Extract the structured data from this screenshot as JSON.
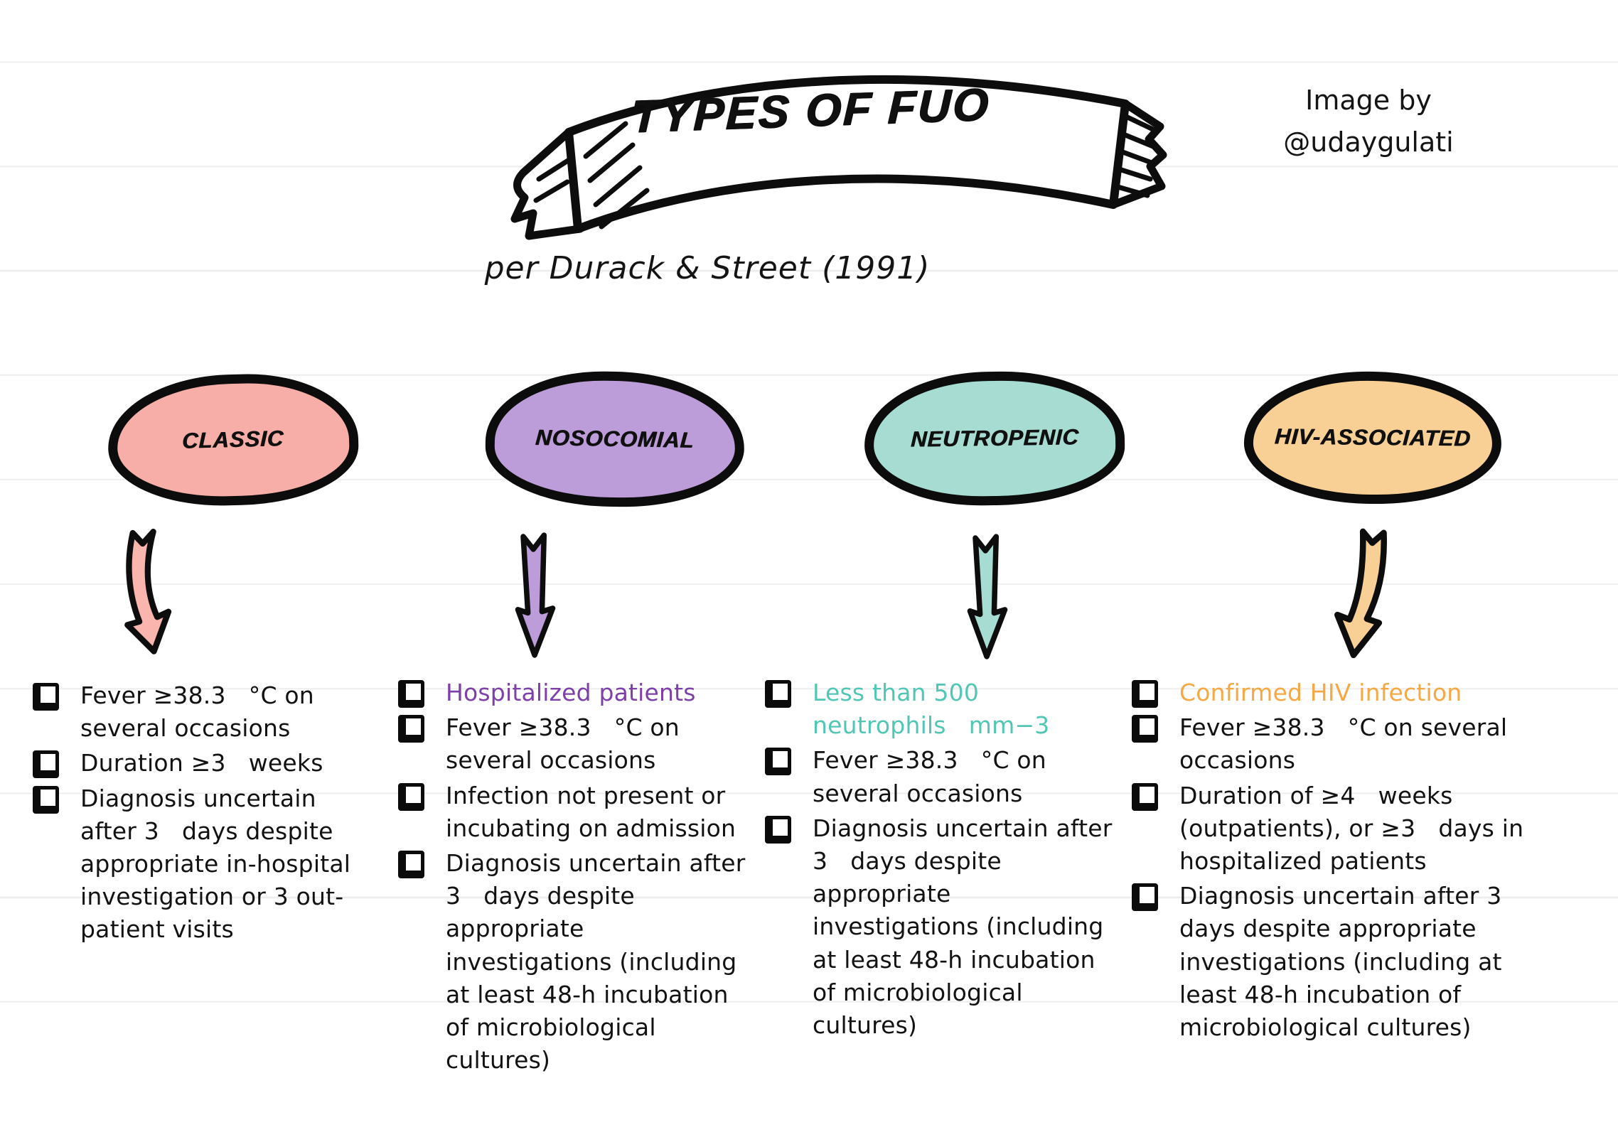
{
  "banner": {
    "title": "TYPES OF FUO",
    "subtitle": "per Durack & Street  (1991)"
  },
  "credit": {
    "line1": "Image by",
    "line2": "@udaygulati"
  },
  "colors": {
    "ink": "#0d0d0d",
    "classic_pink": "#f7aea8",
    "nosocomial_purple": "#bd9cda",
    "neutropenic_teal": "#a6dcd2",
    "hiv_orange": "#f8d095",
    "purple_text": "#7d3fa8",
    "teal_text": "#52c6b4",
    "orange_text": "#f5a843"
  },
  "categories": [
    {
      "label": "CLASSIC",
      "ellipse_style": "background:#f7aea8",
      "arrow_color": "#f9b5ae",
      "items": [
        {
          "text": "Fever ≥38.3   °C on several occasions"
        },
        {
          "text": "Duration ≥3   weeks"
        },
        {
          "text": "Diagnosis uncertain after 3   days despite appropriate in-hospital investigation or 3 out-patient visits"
        }
      ]
    },
    {
      "label": "NOSOCOMIAL",
      "ellipse_style": "background:#bd9cda",
      "arrow_color": "#bd9cda",
      "items": [
        {
          "text": "Hospitalized patients",
          "style": "color:#7d3fa8"
        },
        {
          "text": "Fever ≥38.3   °C on several occasions"
        },
        {
          "text": "Infection not present or incubating on admission"
        },
        {
          "text": "Diagnosis uncertain after 3   days despite appropriate investigations (including at least 48-h incubation of microbiological cultures)"
        }
      ]
    },
    {
      "label": "NEUTROPENIC",
      "ellipse_style": "background:#a6dcd2",
      "arrow_color": "#a6dcd2",
      "items": [
        {
          "text": "Less than 500 neutrophils   mm−3",
          "style": "color:#52c6b4"
        },
        {
          "text": "Fever ≥38.3   °C on several occasions"
        },
        {
          "text": "Diagnosis uncertain after 3   days despite appropriate investigations (including at least 48-h incubation of microbiological cultures)"
        }
      ]
    },
    {
      "label": "HIV-ASSOCIATED",
      "ellipse_style": "background:#f8d095",
      "arrow_color": "#f8d095",
      "items": [
        {
          "text": "Confirmed HIV infection",
          "style": "color:#f5a843"
        },
        {
          "text": "Fever ≥38.3   °C on several occasions"
        },
        {
          "text": "Duration of ≥4   weeks (outpatients), or ≥3   days in hospitalized patients"
        },
        {
          "text": "Diagnosis uncertain after 3 days despite appropriate investigations (including at least 48-h incubation of microbiological cultures)"
        }
      ]
    }
  ]
}
